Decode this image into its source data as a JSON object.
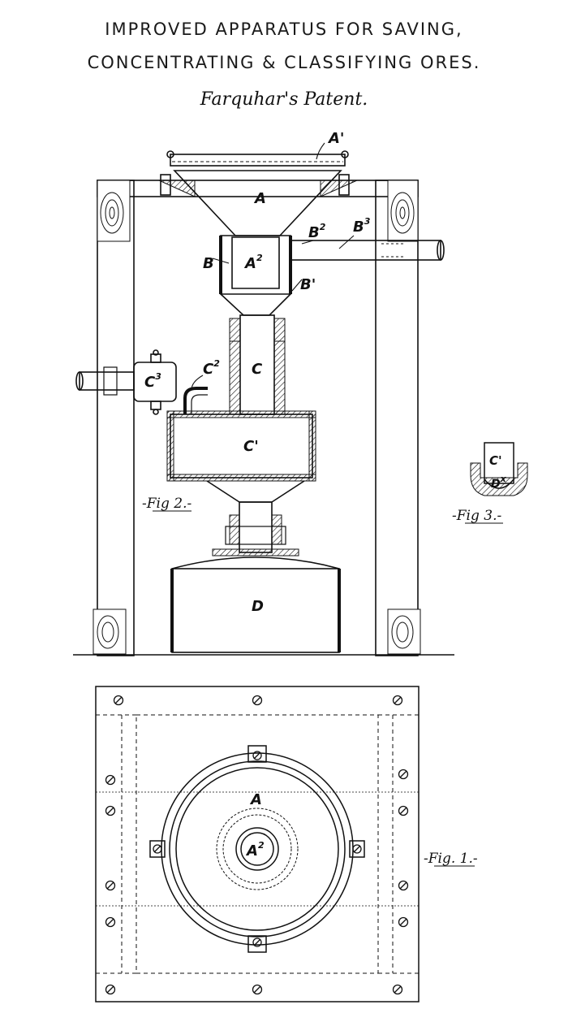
{
  "header": {
    "title_line1": "IMPROVED APPARATUS FOR SAVING,",
    "title_line2": "CONCENTRATING & CLASSIFYING ORES.",
    "subtitle": "Farquhar's Patent."
  },
  "figures": {
    "fig1": "-Fig. 1.-",
    "fig2": "-Fig 2.-",
    "fig3": "-Fig 3.-"
  },
  "labels": {
    "A": "A",
    "A_prime": "A'",
    "A2": "A",
    "A2_sup": "2",
    "B": "B",
    "B_prime": "B'",
    "B2": "B",
    "B2_sup": "2",
    "B3": "B",
    "B3_sup": "3",
    "C": "C",
    "C_prime": "C'",
    "C2": "C",
    "C2_sup": "2",
    "C3": "C",
    "C3_sup": "3",
    "D": "D",
    "Dx": "D",
    "Dx_sup": "x",
    "fig3_C_prime": "C'",
    "fig1_A": "A",
    "fig1_A2": "A",
    "fig1_A2_sup": "2"
  }
}
